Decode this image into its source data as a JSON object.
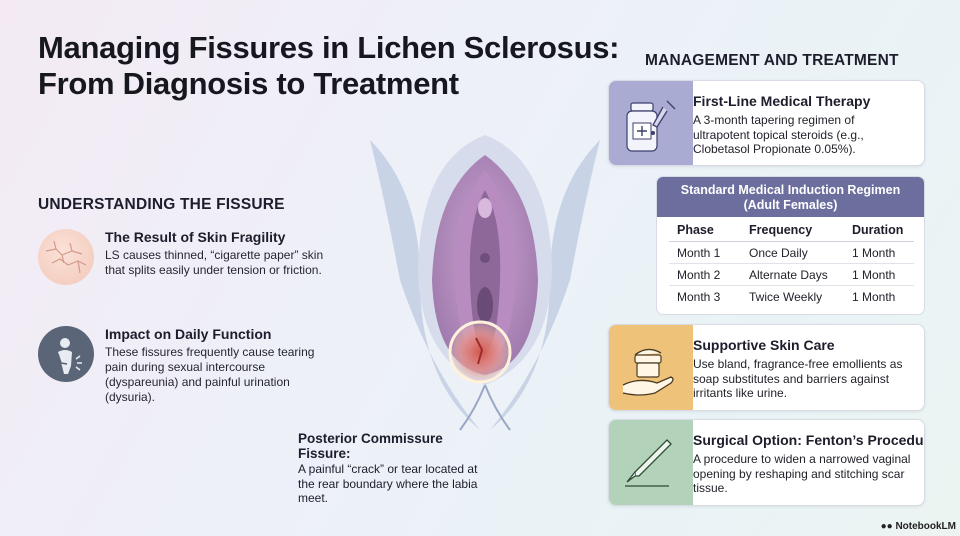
{
  "title": {
    "line1": "Managing Fissures in Lichen Sclerosus:",
    "line2": "From Diagnosis to Treatment"
  },
  "left": {
    "heading": "UNDERSTANDING THE FISSURE",
    "items": [
      {
        "icon": "cracked-skin-icon",
        "title": "The Result of Skin Fragility",
        "text": "LS causes thinned, “cigarette paper” skin that splits easily under tension or friction."
      },
      {
        "icon": "person-pain-icon",
        "title": "Impact on Daily Function",
        "text": "These fissures frequently cause tearing pain during sexual intercourse (dyspareunia) and painful urination (dysuria)."
      }
    ]
  },
  "center": {
    "callout_title": "Posterior Commissure Fissure:",
    "callout_text": "A painful “crack” or tear located at the rear boundary where the labia meet."
  },
  "right": {
    "heading": "MANAGEMENT AND TREATMENT",
    "cards": [
      {
        "icon": "medicine-bottle-dropper-icon",
        "title": "First-Line Medical Therapy",
        "text": "A 3-month tapering regimen of ultrapotent topical steroids (e.g., Clobetasol Propionate 0.05%).",
        "color": "#a9abd3"
      },
      {
        "icon": "cream-jar-hand-icon",
        "title": "Supportive Skin Care",
        "text": "Use bland, fragrance-free emollients as soap substitutes and barriers against irritants like urine.",
        "color": "#efc27a"
      },
      {
        "icon": "scalpel-icon",
        "title": "Surgical Option: Fenton’s Procedure",
        "text": "A procedure to widen a narrowed vaginal opening by reshaping and stitching scar tissue.",
        "color": "#b3d2ba"
      }
    ],
    "regimen": {
      "title_line1": "Standard Medical Induction Regimen",
      "title_line2": "(Adult Females)",
      "headers": [
        "Phase",
        "Frequency",
        "Duration"
      ],
      "rows": [
        [
          "Month 1",
          "Once Daily",
          "1 Month"
        ],
        [
          "Month 2",
          "Alternate Days",
          "1 Month"
        ],
        [
          "Month 3",
          "Twice Weekly",
          "1 Month"
        ]
      ]
    }
  },
  "brand": "NotebookLM"
}
